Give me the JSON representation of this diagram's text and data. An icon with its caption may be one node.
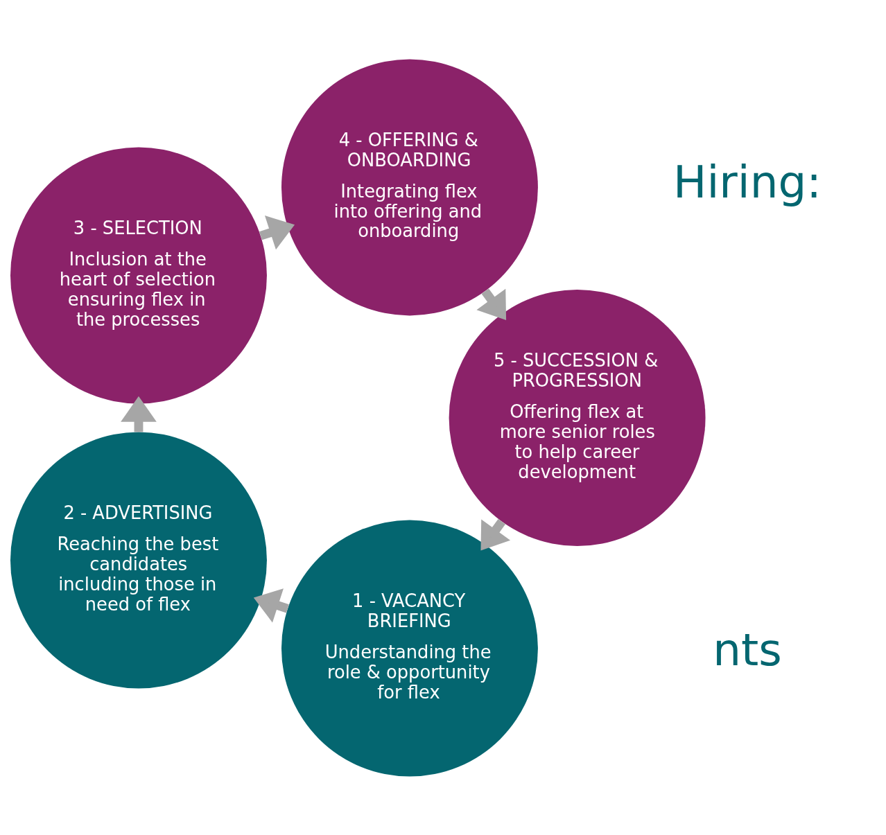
{
  "diagram": {
    "nodes": [
      {
        "text": [
          "1 - VACANCY BRIEFING",
          "Understanding the role & opportunity for flex"
        ]
      },
      {
        "text": [
          "2 - ADVERTISING",
          "Reaching the best candidates including those in need of flex"
        ]
      },
      {
        "text": [
          "3 - SELECTION",
          "Inclusion at the heart of selection ensuring flex in the processes"
        ]
      },
      {
        "text": [
          "4 - OFFERING & ONBOARDING",
          "Integrating flex into offering and onboarding"
        ]
      },
      {
        "text": [
          "5 - SUCCESSION & PROGRESSION",
          "Offering flex at more senior roles to help career development"
        ]
      }
    ],
    "edges": [
      {
        "from": 0,
        "to": 1,
        "arrow": "to"
      },
      {
        "from": 1,
        "to": 2,
        "arrow": "to"
      },
      {
        "from": 2,
        "to": 3,
        "arrow": "to"
      },
      {
        "from": 3,
        "to": 4,
        "arrow": "to"
      },
      {
        "from": 4,
        "to": 0,
        "arrow": "to"
      }
    ],
    "labels": [
      "Hiring:",
      "nts"
    ]
  }
}
